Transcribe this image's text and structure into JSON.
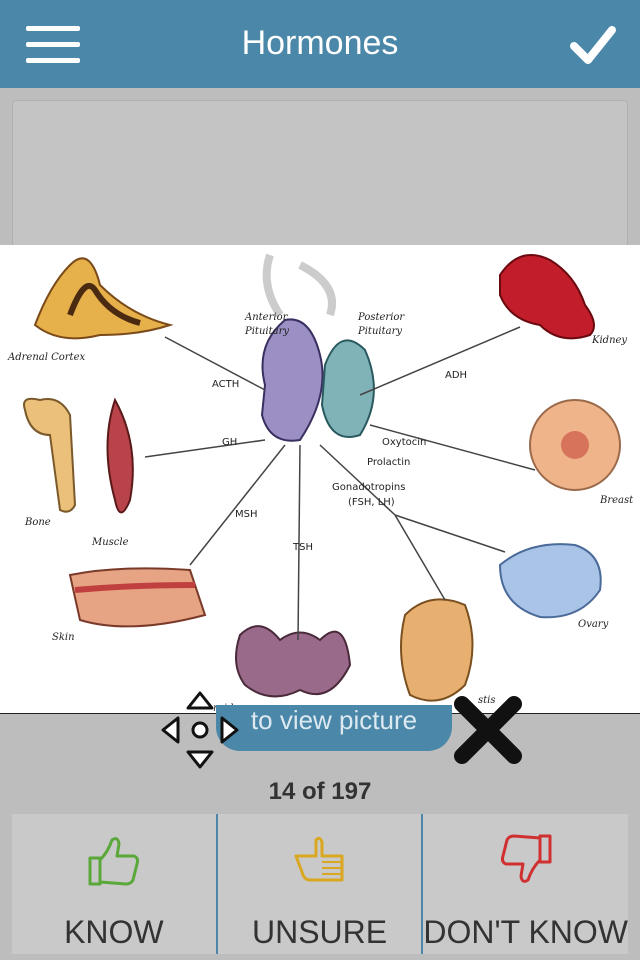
{
  "header": {
    "title": "Hormones",
    "menu_icon": "hamburger-menu-icon",
    "done_icon": "checkmark-icon"
  },
  "image_panel": {
    "view_hint": "to view picture",
    "move_icon": "move-arrows-icon",
    "close_icon": "close-x-icon",
    "labels": {
      "anterior": "Anterior",
      "pituitary1": "Pituitary",
      "posterior": "Posterior",
      "pituitary2": "Pituitary",
      "adrenal": "Adrenal Cortex",
      "kidney": "Kidney",
      "acth": "ACTH",
      "adh": "ADH",
      "gh": "GH",
      "oxytocin": "Oxytocin",
      "prolactin": "Prolactin",
      "breast": "Breast",
      "gonado": "Gonadotropins",
      "fsh": "(FSH, LH)",
      "bone": "Bone",
      "muscle": "Muscle",
      "msh": "MSH",
      "tsh": "TSH",
      "ovary": "Ovary",
      "skin": "Skin",
      "thyroid": "roid",
      "testis": "stis"
    }
  },
  "progress": {
    "current": 14,
    "total": 197,
    "text": "14 of 197"
  },
  "rating_buttons": [
    {
      "label": "KNOW",
      "icon": "thumbs-up-icon",
      "color": "#5aa83a"
    },
    {
      "label": "UNSURE",
      "icon": "hand-sideways-icon",
      "color": "#d9a820"
    },
    {
      "label": "DON'T KNOW",
      "icon": "thumbs-down-icon",
      "color": "#d03030"
    }
  ],
  "colors": {
    "brand": "#4a87a8",
    "background": "#bdbdbd"
  }
}
